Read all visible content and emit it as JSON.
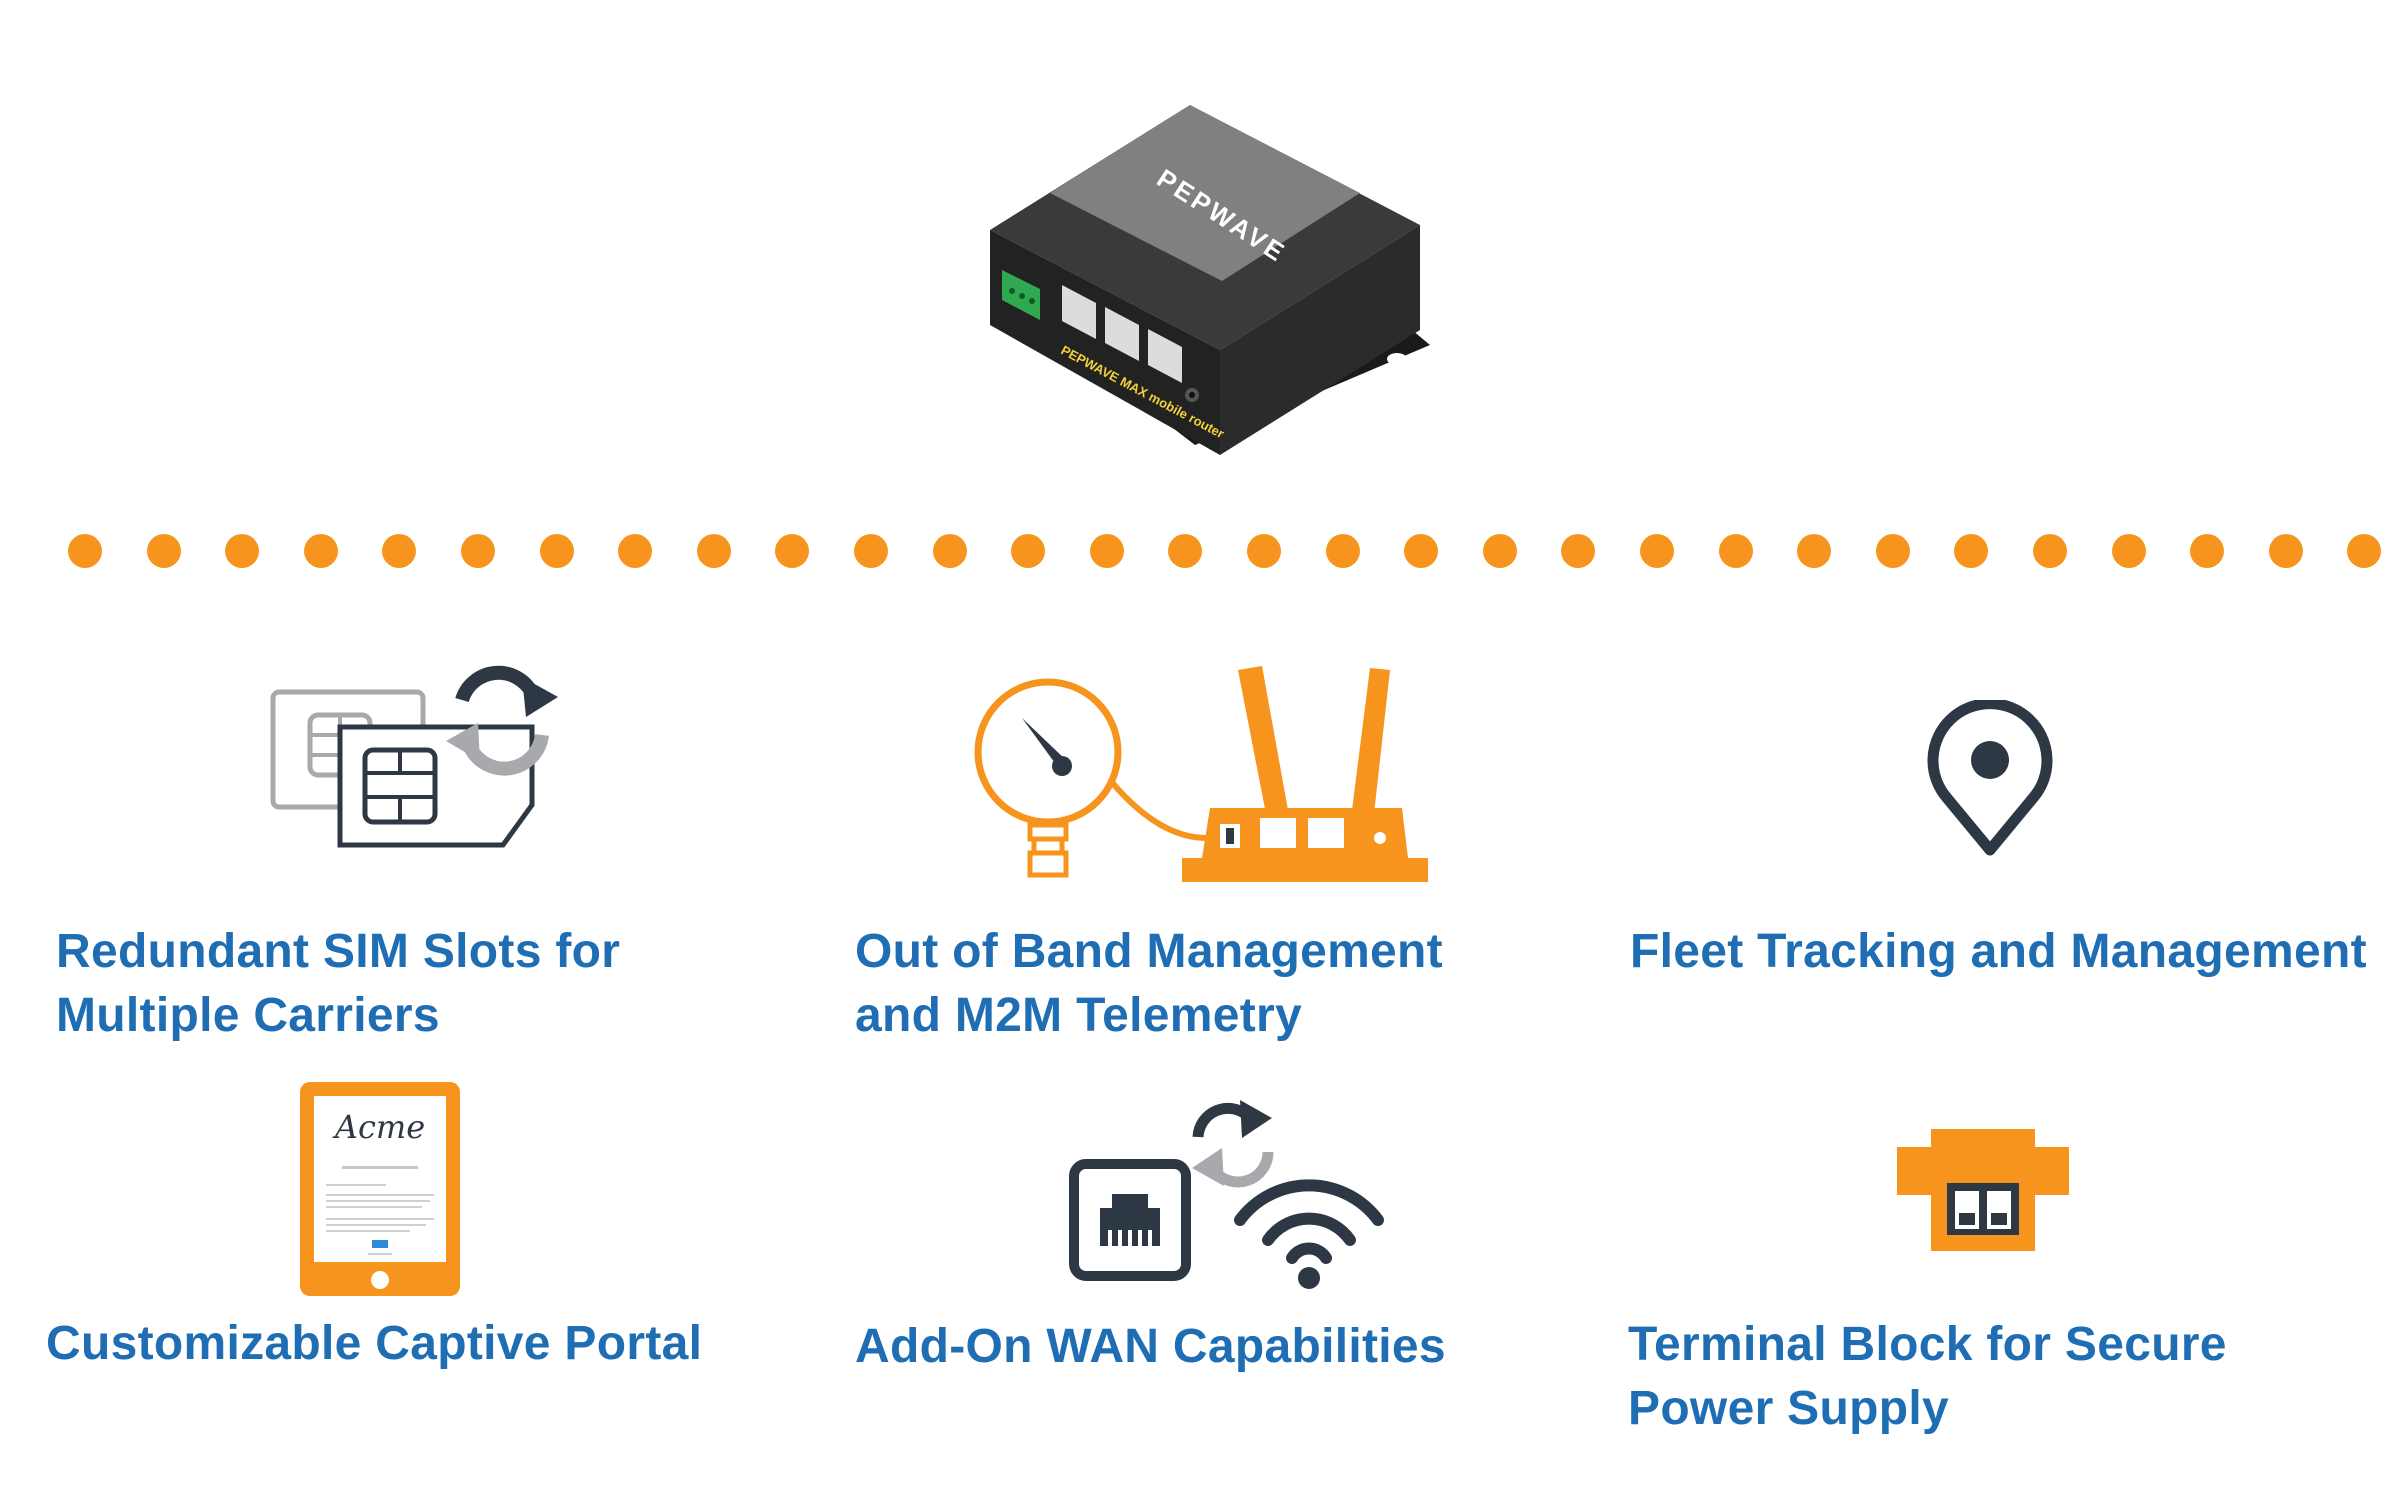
{
  "colors": {
    "accent": "#f7941d",
    "title_blue": "#1f6db3",
    "icon_dark": "#2e3744",
    "icon_gray": "#a7a9ac"
  },
  "device": {
    "brand": "PEPWAVE",
    "model_line": "PEPWAVE MAX mobile router"
  },
  "features": [
    {
      "title": "Redundant SIM Slots for Multiple Carriers",
      "icon": "sim-swap-icon"
    },
    {
      "title": "Out of Band Management and M2M Telemetry",
      "icon": "gauge-router-icon"
    },
    {
      "title": "Fleet Tracking and Management",
      "icon": "location-pin-icon"
    },
    {
      "title": "Customizable Captive Portal",
      "icon": "tablet-portal-icon",
      "portal_logo": "Acme"
    },
    {
      "title": "Add-On WAN Capabilities",
      "icon": "ethernet-wifi-icon"
    },
    {
      "title": "Terminal Block for Secure Power Supply",
      "icon": "terminal-block-icon"
    }
  ]
}
